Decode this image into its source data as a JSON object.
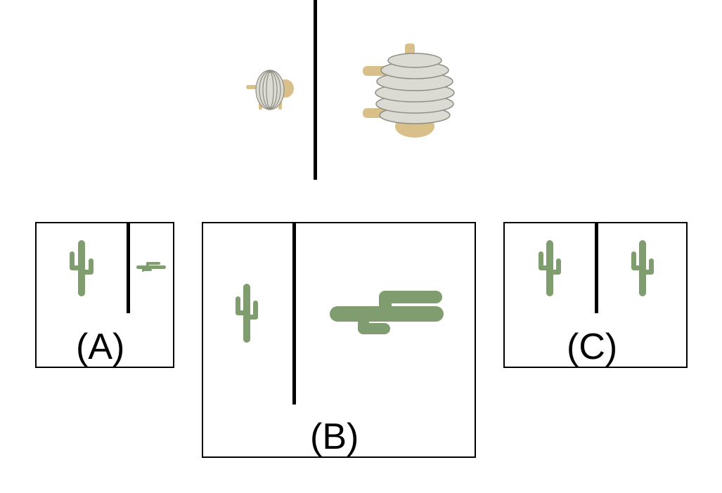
{
  "colors": {
    "cactus": "#7f9d6e",
    "line": "#000000",
    "coil": "#c9c7bd",
    "wood": "#d9c08a"
  },
  "example": {
    "left_figure": "coiled-object-icon",
    "right_figure": "coiled-object-icon"
  },
  "options": [
    {
      "label": "(A)",
      "figure": "cactus-icon"
    },
    {
      "label": "(B)",
      "figure": "cactus-icon"
    },
    {
      "label": "(C)",
      "figure": "cactus-icon"
    }
  ]
}
